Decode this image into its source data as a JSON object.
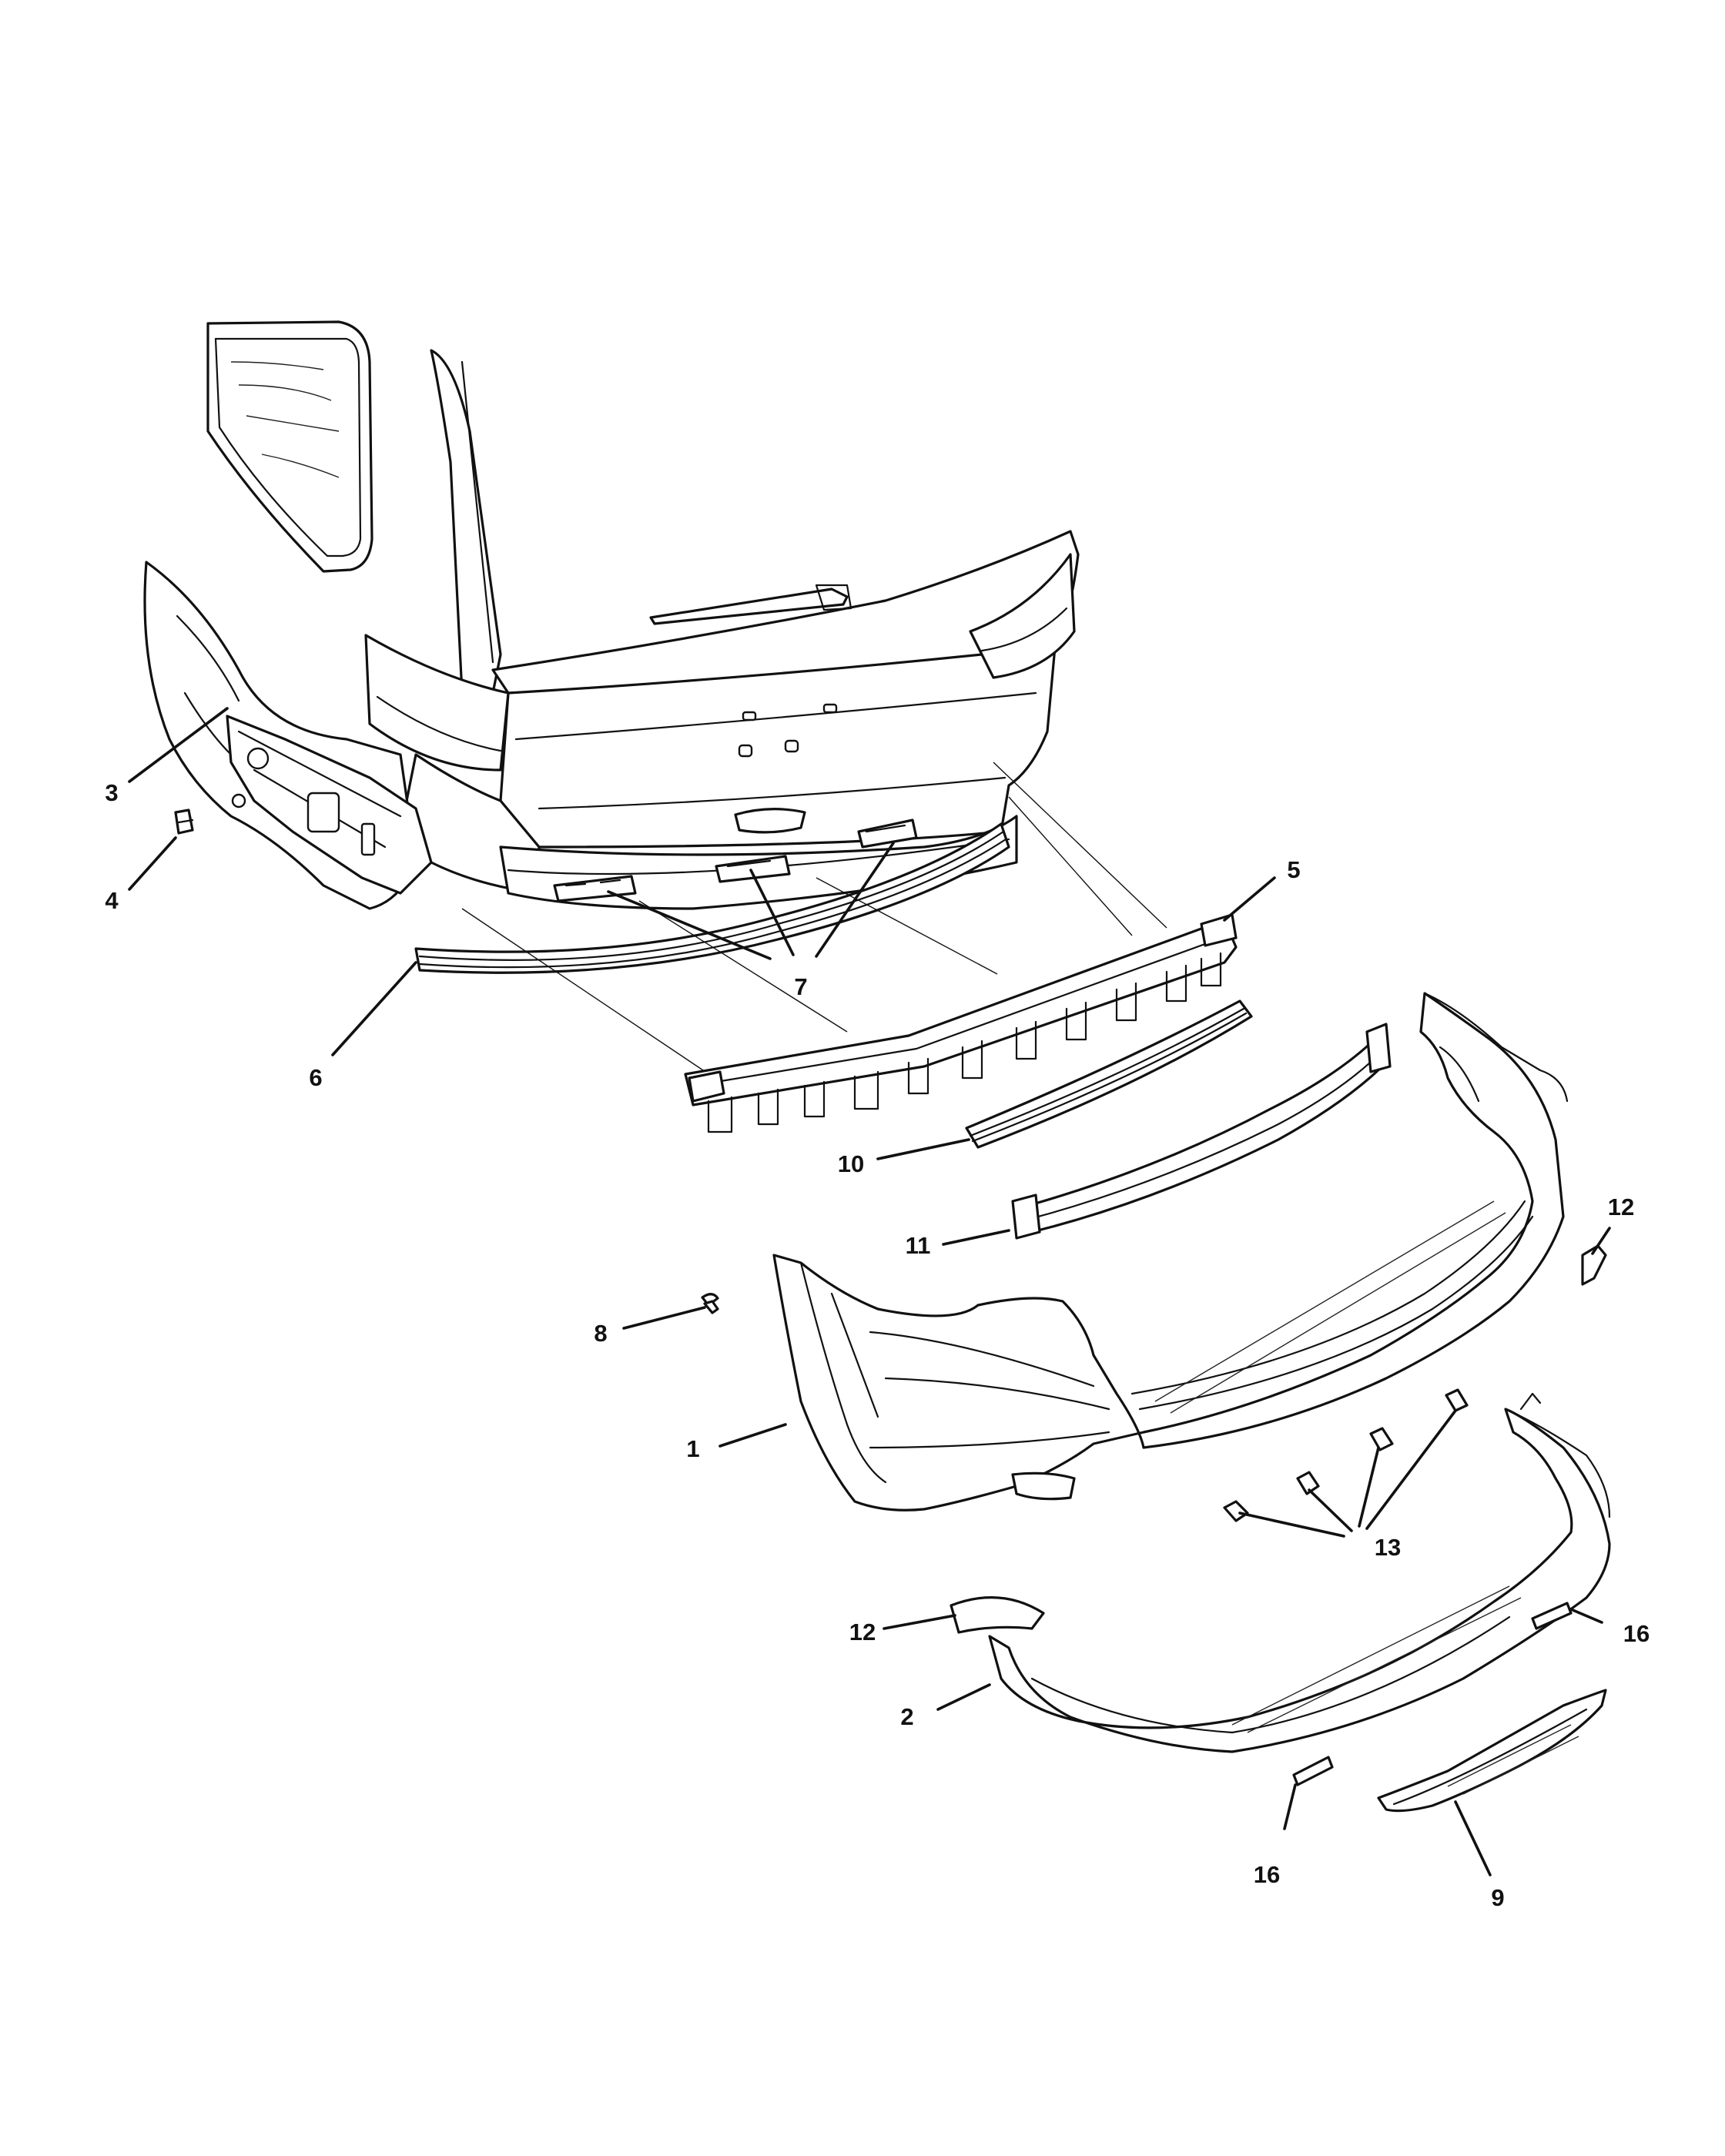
{
  "callouts": [
    {
      "id": "c3",
      "label": "3"
    },
    {
      "id": "c4",
      "label": "4"
    },
    {
      "id": "c5",
      "label": "5"
    },
    {
      "id": "c6",
      "label": "6"
    },
    {
      "id": "c7",
      "label": "7"
    },
    {
      "id": "c10",
      "label": "10"
    },
    {
      "id": "c11",
      "label": "11"
    },
    {
      "id": "c12a",
      "label": "12"
    },
    {
      "id": "c8",
      "label": "8"
    },
    {
      "id": "c1",
      "label": "1"
    },
    {
      "id": "c13",
      "label": "13"
    },
    {
      "id": "c12b",
      "label": "12"
    },
    {
      "id": "c16a",
      "label": "16"
    },
    {
      "id": "c2",
      "label": "2"
    },
    {
      "id": "c16b",
      "label": "16"
    },
    {
      "id": "c9",
      "label": "9"
    }
  ]
}
